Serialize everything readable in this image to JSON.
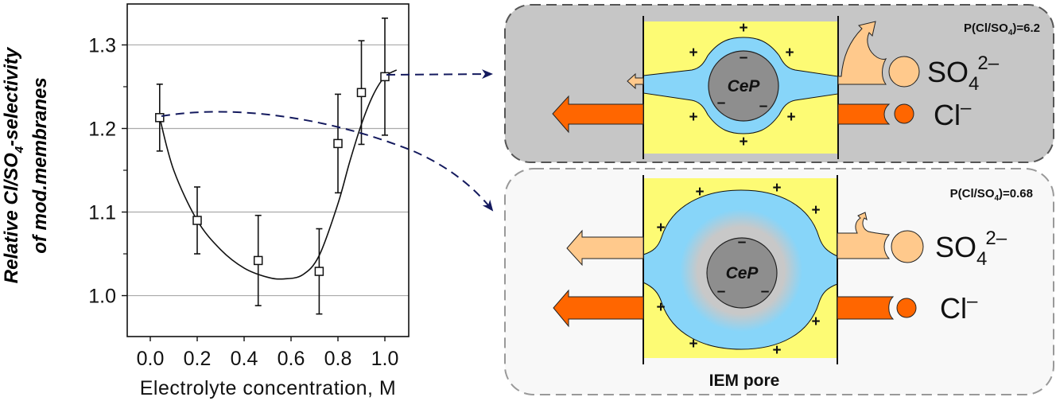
{
  "chart_data": {
    "type": "scatter",
    "title": "",
    "xlabel": "Electrolyte concentration, M",
    "ylabel_lines": [
      "Relative Cl/SO",
      "4",
      "-selectivity",
      "of mod.membranes"
    ],
    "ylabel": "Relative Cl/SO4-selectivity of mod.membranes",
    "xlim": [
      -0.1,
      1.1
    ],
    "ylim": [
      0.951,
      1.349
    ],
    "xticks": [
      0.0,
      0.2,
      0.4,
      0.6,
      0.8,
      1.0
    ],
    "xtick_labels": [
      "0.0",
      "0.2",
      "0.4",
      "0.6",
      "0.8",
      "1.0"
    ],
    "yticks": [
      1.0,
      1.1,
      1.2,
      1.3
    ],
    "ytick_labels": [
      "1.0",
      "1.1",
      "1.2",
      "1.3"
    ],
    "y_minor_ticks": [
      1.05,
      1.15,
      1.25
    ],
    "grid": "horizontal",
    "series": [
      {
        "name": "measured",
        "marker": "open-square",
        "x": [
          0.04,
          0.2,
          0.46,
          0.72,
          0.8,
          0.9,
          1.0
        ],
        "y": [
          1.213,
          1.09,
          1.042,
          1.029,
          1.182,
          1.243,
          1.262
        ],
        "yerr": [
          0.04,
          0.04,
          0.054,
          0.051,
          0.059,
          0.062,
          0.07
        ]
      },
      {
        "name": "fit",
        "style": "smooth-line",
        "x": [
          0.04,
          0.1,
          0.2,
          0.3,
          0.4,
          0.5,
          0.57,
          0.65,
          0.72,
          0.8,
          0.85,
          0.9,
          0.95,
          1.0,
          1.05
        ],
        "y": [
          1.213,
          1.15,
          1.09,
          1.055,
          1.033,
          1.022,
          1.02,
          1.025,
          1.048,
          1.11,
          1.16,
          1.205,
          1.24,
          1.262,
          1.27
        ]
      }
    ]
  },
  "panels": [
    {
      "id": "high-concentration",
      "permselectivity_label": "P(Cl/SO",
      "permselectivity_sub": "4",
      "permselectivity_value": ")=6.2",
      "cep_label": "CeP",
      "anion1": {
        "base": "SO",
        "sub": "4",
        "sup": "2–"
      },
      "anion2": {
        "base": "Cl",
        "sup": "–"
      }
    },
    {
      "id": "low-concentration",
      "permselectivity_label": "P(Cl/SO",
      "permselectivity_sub": "4",
      "permselectivity_value": ")=0.68",
      "cep_label": "CeP",
      "anion1": {
        "base": "SO",
        "sub": "4",
        "sup": "2–"
      },
      "anion2": {
        "base": "Cl",
        "sup": "–"
      },
      "caption": "IEM pore"
    }
  ],
  "symbols": {
    "plus": "+",
    "minus": "–"
  },
  "colors": {
    "membrane": "#fdfb74",
    "solution": "#87d5f9",
    "cep": "#8e8e8e",
    "diffuse": "#c8c8c8",
    "sulfate": "#ffc98c",
    "chloride": "#ff6600",
    "arrow_link": "#141a5e",
    "panel_top_fill": "#c6c6c6",
    "panel_bottom_fill": "#f8f8f8"
  }
}
